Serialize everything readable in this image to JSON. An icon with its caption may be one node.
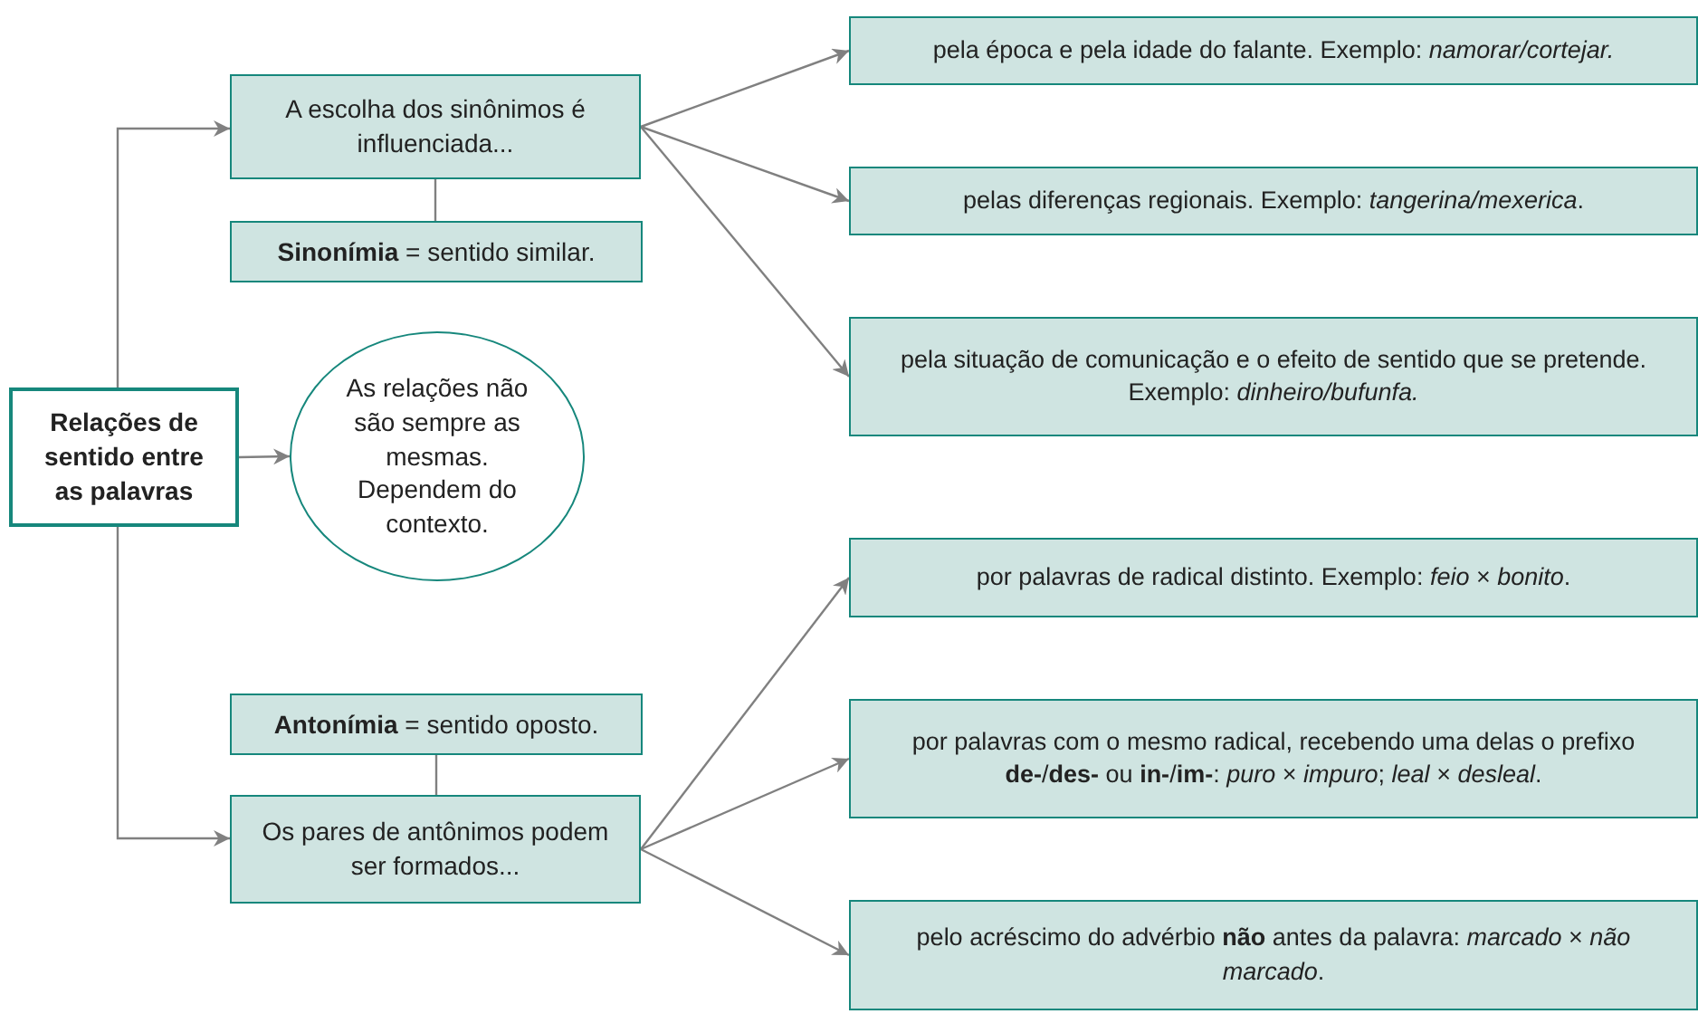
{
  "diagram": {
    "nodes": [
      {
        "text": [
          "Relações de sentido entre as palavras"
        ]
      },
      {
        "text": [
          "A escolha dos sinônimos é influenciada..."
        ]
      },
      {
        "text": [
          "**Sinonímia** = sentido similar."
        ]
      },
      {
        "text": [
          "As relações não são sempre as mesmas. Dependem do contexto."
        ]
      },
      {
        "text": [
          "**Antonímia** = sentido oposto."
        ]
      },
      {
        "text": [
          "Os pares de antônimos podem ser formados..."
        ]
      },
      {
        "text": [
          "pela época e pela idade do falante. Exemplo: *namorar/cortejar.*"
        ]
      },
      {
        "text": [
          "pelas diferenças regionais. Exemplo: *tangerina/mexerica*."
        ]
      },
      {
        "text": [
          "pela situação de comunicação e o efeito de sentido que se pretende. Exemplo: *dinheiro/bufunfa.*"
        ]
      },
      {
        "text": [
          "por palavras de radical distinto. Exemplo: *feio* × *bonito*."
        ]
      },
      {
        "text": [
          "por palavras com o mesmo radical, recebendo uma delas o prefixo **de-**/**des-** ou **in-**/**im-**: *puro* × *impuro*; *leal* × *desleal*."
        ]
      },
      {
        "text": [
          "pelo acréscimo do advérbio **não** antes da palavra: *marcado* × *não marcado*."
        ]
      }
    ],
    "edges": [
      {
        "from": 0,
        "to": 1,
        "arrow": "to"
      },
      {
        "from": 0,
        "to": 3,
        "arrow": "to"
      },
      {
        "from": 0,
        "to": 5,
        "arrow": "to"
      },
      {
        "from": 1,
        "to": 2,
        "arrow": "none"
      },
      {
        "from": 4,
        "to": 5,
        "arrow": "none"
      },
      {
        "from": 1,
        "to": 6,
        "arrow": "to"
      },
      {
        "from": 1,
        "to": 7,
        "arrow": "to"
      },
      {
        "from": 1,
        "to": 8,
        "arrow": "to"
      },
      {
        "from": 5,
        "to": 9,
        "arrow": "to"
      },
      {
        "from": 5,
        "to": 10,
        "arrow": "to"
      },
      {
        "from": 5,
        "to": 11,
        "arrow": "to"
      }
    ]
  }
}
